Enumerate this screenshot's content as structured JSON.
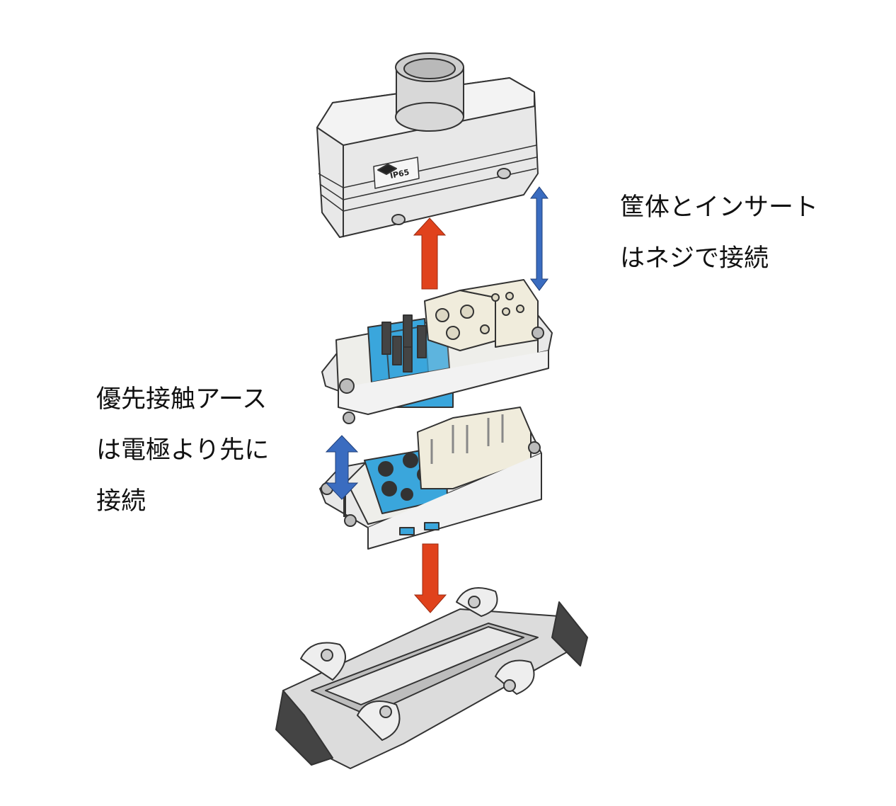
{
  "labels": {
    "housing_insert": [
      "筐体とインサート",
      "はネジで接続"
    ],
    "priority_earth": [
      "優先接触アース",
      "は電極より先に",
      "接続"
    ]
  },
  "housing_marking": "IP65",
  "colors": {
    "red_arrow": "#e0421c",
    "blue_arrow": "#3a6cc0",
    "module_blue": "#3aa6dc",
    "body_gray": "#e4e4e4",
    "outline": "#333333"
  }
}
